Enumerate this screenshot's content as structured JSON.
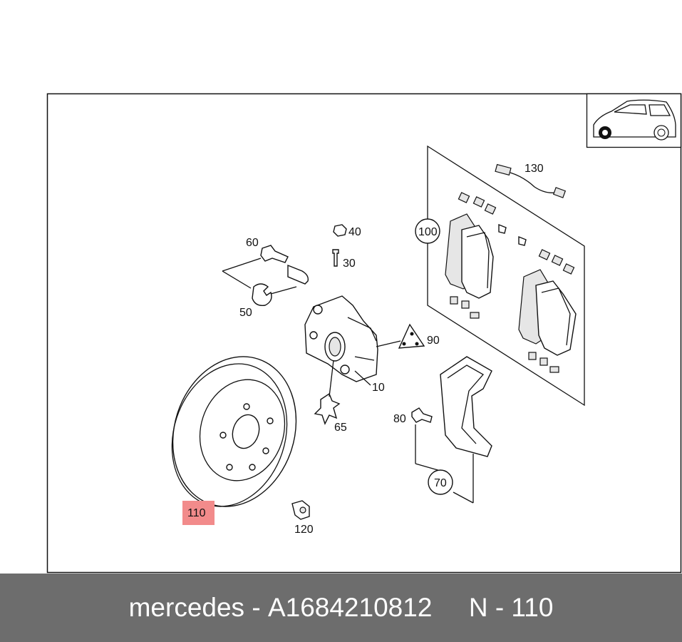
{
  "diagram": {
    "callouts": {
      "c10": "10",
      "c30": "30",
      "c40": "40",
      "c50": "50",
      "c60": "60",
      "c65": "65",
      "c70": "70",
      "c80": "80",
      "c90": "90",
      "c100": "100",
      "c110": "110",
      "c120": "120",
      "c130": "130"
    },
    "highlight_color": "#f28b8b",
    "icons": [
      "car-silhouette-icon"
    ]
  },
  "footer": {
    "brand": "mercedes",
    "separator": " - ",
    "part_number": "A1684210812",
    "position_label": "N - 110"
  }
}
